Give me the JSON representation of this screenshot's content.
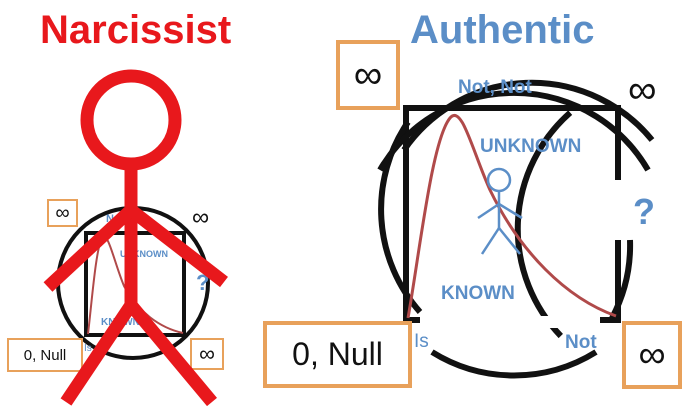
{
  "colors": {
    "narcissist": "#e8181c",
    "authentic": "#5b8ec7",
    "label_blue": "#5b8ec7",
    "box_border": "#e8a15b",
    "curve": "#b04a4a",
    "ink": "#111111"
  },
  "narcissist": {
    "title": "Narcissist",
    "infinity_top_left": "∞",
    "infinity_top_right": "∞",
    "infinity_bottom_right": "∞",
    "not_not": "Not, Not",
    "unknown": "UNKNOWN",
    "known": "KNOWN",
    "question": "?",
    "zero_null": "0, Null",
    "is": "Is"
  },
  "authentic": {
    "title": "Authentic",
    "infinity_top_left": "∞",
    "infinity_top_right": "∞",
    "infinity_bottom_right": "∞",
    "not_not": "Not, Not",
    "unknown": "UNKNOWN",
    "known": "KNOWN",
    "question": "?",
    "zero_null": "0, Null",
    "is": "Is",
    "not": "Not"
  }
}
